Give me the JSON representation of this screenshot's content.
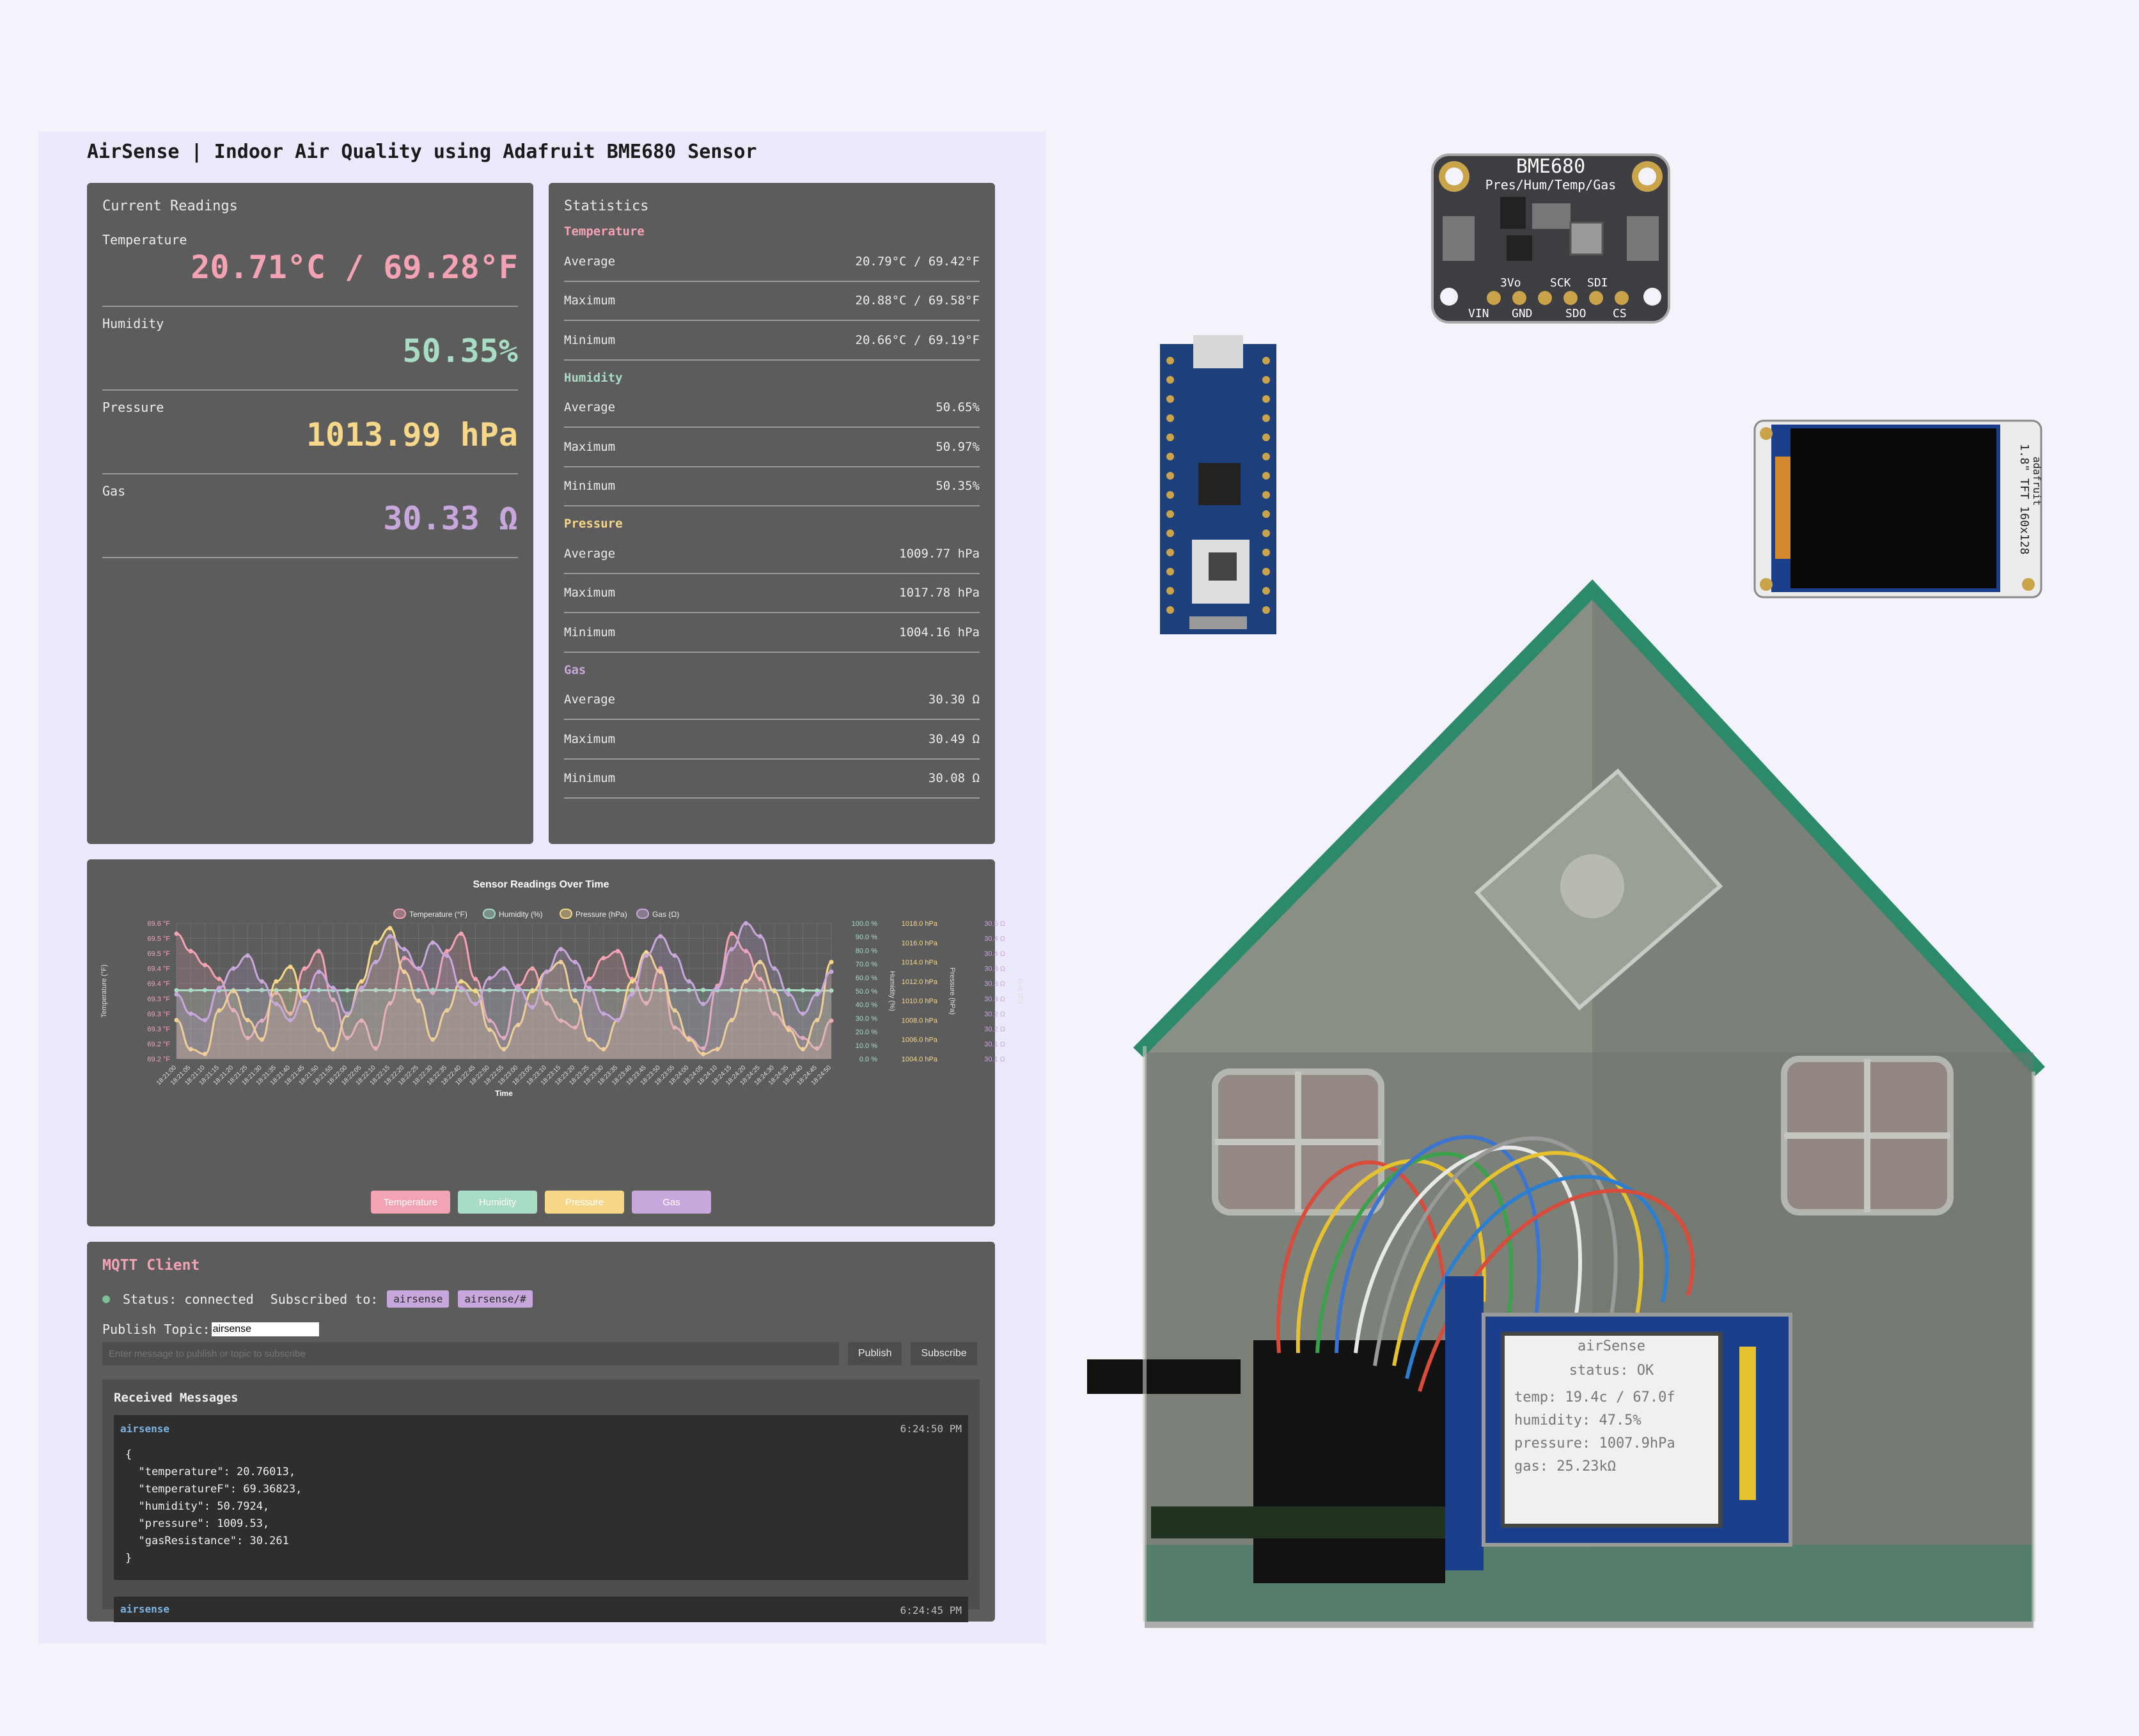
{
  "app": {
    "title": "AirSense | Indoor Air Quality using Adafruit BME680 Sensor"
  },
  "colors": {
    "temperature": "#f4a3b4",
    "humidity": "#a8dcc4",
    "pressure": "#f7d88a",
    "gas": "#c8a8dc"
  },
  "current": {
    "title": "Current Readings",
    "readings": [
      {
        "label": "Temperature",
        "value": "20.71°C / 69.28°F"
      },
      {
        "label": "Humidity",
        "value": "50.35%"
      },
      {
        "label": "Pressure",
        "value": "1013.99 hPa"
      },
      {
        "label": "Gas",
        "value": "30.33 Ω"
      }
    ]
  },
  "stats": {
    "title": "Statistics",
    "sections": [
      {
        "name": "Temperature",
        "rows": [
          {
            "label": "Average",
            "value": "20.79°C / 69.42°F"
          },
          {
            "label": "Maximum",
            "value": "20.88°C / 69.58°F"
          },
          {
            "label": "Minimum",
            "value": "20.66°C / 69.19°F"
          }
        ]
      },
      {
        "name": "Humidity",
        "rows": [
          {
            "label": "Average",
            "value": "50.65%"
          },
          {
            "label": "Maximum",
            "value": "50.97%"
          },
          {
            "label": "Minimum",
            "value": "50.35%"
          }
        ]
      },
      {
        "name": "Pressure",
        "rows": [
          {
            "label": "Average",
            "value": "1009.77 hPa"
          },
          {
            "label": "Maximum",
            "value": "1017.78 hPa"
          },
          {
            "label": "Minimum",
            "value": "1004.16 hPa"
          }
        ]
      },
      {
        "name": "Gas",
        "rows": [
          {
            "label": "Average",
            "value": "30.30 Ω"
          },
          {
            "label": "Maximum",
            "value": "30.49 Ω"
          },
          {
            "label": "Minimum",
            "value": "30.08 Ω"
          }
        ]
      }
    ]
  },
  "chart_data": {
    "type": "line",
    "title": "Sensor Readings Over Time",
    "xlabel": "Time",
    "x": [
      "18:21:00",
      "18:21:05",
      "18:21:10",
      "18:21:15",
      "18:21:20",
      "18:21:25",
      "18:21:30",
      "18:21:35",
      "18:21:40",
      "18:21:45",
      "18:21:50",
      "18:21:55",
      "18:22:00",
      "18:22:05",
      "18:22:10",
      "18:22:15",
      "18:22:20",
      "18:22:25",
      "18:22:30",
      "18:22:35",
      "18:22:40",
      "18:22:45",
      "18:22:50",
      "18:22:55",
      "18:23:00",
      "18:23:05",
      "18:23:10",
      "18:23:15",
      "18:23:20",
      "18:23:25",
      "18:23:30",
      "18:23:35",
      "18:23:40",
      "18:23:45",
      "18:23:50",
      "18:23:55",
      "18:24:00",
      "18:24:05",
      "18:24:10",
      "18:24:15",
      "18:24:20",
      "18:24:25",
      "18:24:30",
      "18:24:35",
      "18:24:40",
      "18:24:45",
      "18:24:50"
    ],
    "axes": [
      {
        "id": "temperature",
        "label": "Temperature (°F)",
        "position": "left",
        "ticks": [
          "69.6 °F",
          "69.5 °F",
          "69.5 °F",
          "69.4 °F",
          "69.4 °F",
          "69.3 °F",
          "69.3 °F",
          "69.3 °F",
          "69.2 °F",
          "69.2 °F"
        ],
        "ylim": [
          69.19,
          69.58
        ]
      },
      {
        "id": "humidity",
        "label": "Humidity (%)",
        "position": "right",
        "ticks": [
          "100.0 %",
          "90.0 %",
          "80.0 %",
          "70.0 %",
          "60.0 %",
          "50.0 %",
          "40.0 %",
          "30.0 %",
          "20.0 %",
          "10.0 %",
          "0.0 %"
        ],
        "ylim": [
          0,
          100
        ]
      },
      {
        "id": "pressure",
        "label": "Pressure (hPa)",
        "position": "right",
        "ticks": [
          "1018.0 hPa",
          "1016.0 hPa",
          "1014.0 hPa",
          "1012.0 hPa",
          "1010.0 hPa",
          "1008.0 hPa",
          "1006.0 hPa",
          "1004.0 hPa"
        ],
        "ylim": [
          1004,
          1018
        ]
      },
      {
        "id": "gas",
        "label": "Gas (Ω)",
        "position": "right",
        "ticks": [
          "30.5 Ω",
          "30.4 Ω",
          "30.4 Ω",
          "30.3 Ω",
          "30.3 Ω",
          "30.3 Ω",
          "30.2 Ω",
          "30.2 Ω",
          "30.1 Ω",
          "30.1 Ω"
        ],
        "ylim": [
          30.08,
          30.5
        ]
      }
    ],
    "legend_position": "top",
    "grid": true,
    "series": [
      {
        "name": "Temperature (°F)",
        "axis": "temperature",
        "color": "#f4a3b4",
        "values": [
          69.55,
          69.5,
          69.46,
          69.42,
          69.33,
          69.25,
          69.3,
          69.38,
          69.32,
          69.45,
          69.5,
          69.36,
          69.25,
          69.3,
          69.22,
          69.35,
          69.48,
          69.45,
          69.38,
          69.5,
          69.55,
          69.42,
          69.3,
          69.25,
          69.4,
          69.45,
          69.35,
          69.3,
          69.28,
          69.42,
          69.48,
          69.5,
          69.42,
          69.35,
          69.45,
          69.28,
          69.25,
          69.22,
          69.4,
          69.55,
          69.5,
          69.42,
          69.32,
          69.28,
          69.25,
          69.22,
          69.3
        ]
      },
      {
        "name": "Humidity (%)",
        "axis": "humidity",
        "color": "#a8dcc4",
        "values": [
          50.6,
          50.6,
          50.7,
          50.6,
          50.6,
          50.7,
          50.7,
          50.6,
          50.8,
          50.6,
          50.7,
          50.6,
          50.6,
          50.8,
          50.7,
          50.6,
          50.7,
          50.6,
          50.8,
          50.7,
          50.6,
          50.5,
          50.7,
          50.6,
          50.8,
          50.6,
          50.7,
          50.7,
          50.6,
          50.8,
          50.7,
          50.6,
          50.6,
          50.7,
          50.6,
          50.6,
          50.7,
          50.8,
          50.6,
          50.7,
          50.6,
          50.5,
          50.6,
          50.7,
          50.6,
          50.4,
          50.35
        ]
      },
      {
        "name": "Pressure (hPa)",
        "axis": "pressure",
        "color": "#f7d88a",
        "values": [
          1008,
          1005,
          1004.5,
          1009,
          1011,
          1008,
          1006,
          1012,
          1013.5,
          1010,
          1007,
          1005,
          1008.5,
          1012,
          1016,
          1017.5,
          1013,
          1010,
          1006,
          1009,
          1012,
          1011,
          1007,
          1005,
          1007.5,
          1011,
          1013,
          1014,
          1010,
          1006,
          1005,
          1008,
          1012,
          1015,
          1013,
          1009,
          1006,
          1004.5,
          1005,
          1008,
          1012,
          1014,
          1011,
          1007,
          1005,
          1008,
          1014
        ]
      },
      {
        "name": "Gas (Ω)",
        "axis": "gas",
        "color": "#c8a8dc",
        "values": [
          30.28,
          30.22,
          30.2,
          30.3,
          30.36,
          30.4,
          30.32,
          30.25,
          30.2,
          30.27,
          30.35,
          30.3,
          30.22,
          30.3,
          30.38,
          30.46,
          30.42,
          30.36,
          30.44,
          30.4,
          30.3,
          30.25,
          30.33,
          30.36,
          30.3,
          30.24,
          30.35,
          30.42,
          30.38,
          30.3,
          30.22,
          30.2,
          30.28,
          30.4,
          30.46,
          30.4,
          30.32,
          30.25,
          30.3,
          30.42,
          30.5,
          30.46,
          30.36,
          30.28,
          30.22,
          30.28,
          30.35
        ]
      }
    ]
  },
  "chart_buttons": [
    "Temperature",
    "Humidity",
    "Pressure",
    "Gas"
  ],
  "mqtt": {
    "title": "MQTT Client",
    "status_label": "Status:",
    "status": "connected",
    "subscribed_label": "Subscribed to:",
    "topics": [
      "airsense",
      "airsense/#"
    ],
    "publish_label": "Publish Topic:",
    "publish_topic": "airsense",
    "message_placeholder": "Enter message to publish or topic to subscribe",
    "publish_button": "Publish",
    "subscribe_button": "Subscribe",
    "received_title": "Received Messages",
    "messages": [
      {
        "topic": "airsense",
        "time": "6:24:50 PM",
        "body": "{\n  \"temperature\": 20.76013,\n  \"temperatureF\": 69.36823,\n  \"humidity\": 50.7924,\n  \"pressure\": 1009.53,\n  \"gasResistance\": 30.261\n}"
      },
      {
        "topic": "airsense",
        "time": "6:24:45 PM"
      }
    ]
  },
  "hardware": {
    "sensor_board": {
      "line1": "BME680",
      "line2": "Pres/Hum/Temp/Gas",
      "pins": [
        "3Vo",
        "SCK",
        "SDI"
      ],
      "pins2": [
        "VIN",
        "GND",
        "SDO",
        "CS"
      ]
    },
    "display_board": {
      "label": "1.8\" TFT 160x128",
      "brand": "adafruit"
    },
    "lcd": {
      "lines": [
        "airSense",
        "status: OK",
        "temp: 19.4c / 67.0f",
        "humidity: 47.5%",
        "pressure: 1007.9hPa",
        "gas: 25.23kΩ"
      ]
    }
  }
}
